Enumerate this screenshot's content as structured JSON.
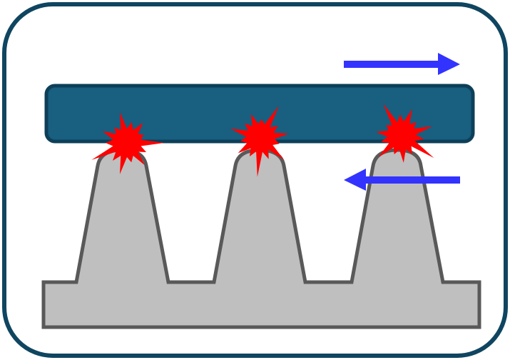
{
  "colors": {
    "frame": "#0f4560",
    "bar_fill": "#185f80",
    "bar_stroke": "#0e3f58",
    "teeth_fill": "#bfbfbf",
    "teeth_stroke": "#595959",
    "arrow": "#3333ff",
    "spark": "#ff0000"
  },
  "arrows": [
    {
      "name": "top-arrow-right",
      "direction": "right"
    },
    {
      "name": "bottom-arrow-left",
      "direction": "left"
    }
  ],
  "contact_points": 3
}
